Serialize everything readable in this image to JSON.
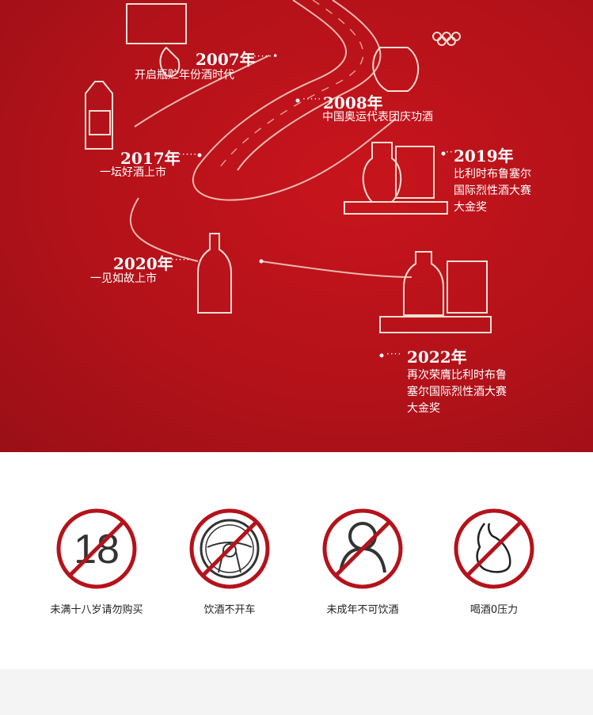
{
  "timeline": [
    {
      "year": "2007年",
      "lines": [
        "开启瓶贮年份酒时代"
      ]
    },
    {
      "year": "2008年",
      "lines": [
        "中国奥运代表团庆功酒"
      ]
    },
    {
      "year": "2017年",
      "lines": [
        "一坛好酒上市"
      ]
    },
    {
      "year": "2019年",
      "lines": [
        "比利时布鲁塞尔",
        "国际烈性酒大赛",
        "大金奖"
      ]
    },
    {
      "year": "2020年",
      "lines": [
        "一见如故上市"
      ]
    },
    {
      "year": "2022年",
      "lines": [
        "再次荣膺比利时布鲁",
        "塞尔国际烈性酒大赛",
        "大金奖"
      ]
    }
  ],
  "warnings": [
    {
      "label": "未满十八岁请勿购买",
      "icon": "no-under-18-icon",
      "glyph": "18"
    },
    {
      "label": "饮酒不开车",
      "icon": "no-drink-driving-icon"
    },
    {
      "label": "未成年不可饮酒",
      "icon": "no-minors-icon"
    },
    {
      "label": "喝酒0压力",
      "icon": "no-pregnant-icon"
    }
  ],
  "colors": {
    "brand_red": "#b3121a",
    "prohibit_red": "#b5121b"
  }
}
